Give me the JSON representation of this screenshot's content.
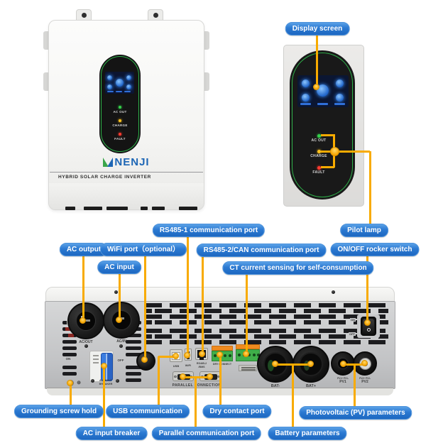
{
  "brand": {
    "name": "NENJI",
    "tagline": "HYBRID SOLAR CHARGE INVERTER"
  },
  "leds": [
    {
      "label": "AC OUT",
      "color": "#35d14b"
    },
    {
      "label": "CHARGE",
      "color": "#ffc21d"
    },
    {
      "label": "FAULT",
      "color": "#ff3b30"
    }
  ],
  "callouts": {
    "display_screen": "Display screen",
    "pilot_lamp": "Pilot lamp",
    "rocker_switch": "ON/OFF rocker switch",
    "rs485_1": "RS485-1 communication port",
    "ac_output": "AC output",
    "wifi_port": "WiFi port（optional）",
    "ac_input": "AC input",
    "rs485_2": "RS485-2/CAN communication port",
    "ct_sensing": "CT current sensing for self-consumption",
    "grounding": "Grounding screw hold",
    "usb_comm": "USB communication",
    "dry_contact": "Dry contact port",
    "pv_params": "Photovoltaic (PV) parameters",
    "ac_breaker": "AC input breaker",
    "parallel": "Parallel communication port",
    "battery_params": "Battery parameters"
  },
  "rear_labels": {
    "ac_out": "AC/OUT",
    "ac_in": "AC/IN",
    "breaker_on": "ON",
    "breaker_off": "OFF",
    "breaker_line1": "AC INPUT",
    "breaker_line2": "BREAKER",
    "usb": "USB",
    "wifi": "WiFi",
    "rs485_line1": "RS485-2",
    "rs485_line2": "/BMS",
    "dry_connect": "DRY CONNECT",
    "parallel": "PARALLEL CONNECTION",
    "bat_minus": "BAT-",
    "bat_plus": "BAT+",
    "pv1_pins": "PV1+  PV1-",
    "pv1": "PV1",
    "pv2_pins": "PV2+  PV2-",
    "pv2": "PV2",
    "switch_on": "ON",
    "switch_off": "OFF",
    "ground_symbol": "⊕"
  },
  "colors": {
    "callout_blue": "#2b79d2",
    "line_orange": "#f8ab00",
    "led_green": "#35d14b",
    "led_yellow": "#ffc21d",
    "led_red": "#ff3b30",
    "ring_green": "#2fb14a",
    "logo_blue": "#1d66b5",
    "logo_green": "#3aa54a"
  }
}
